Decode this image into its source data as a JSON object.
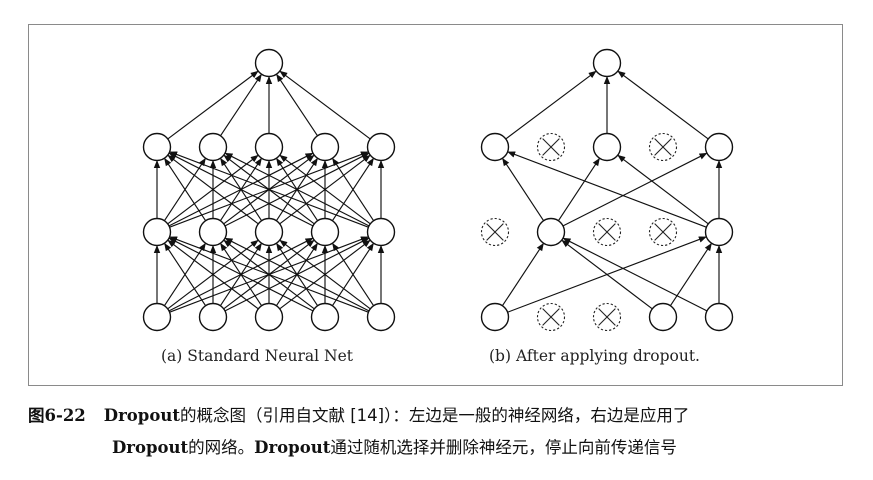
{
  "figure": {
    "label_cjk": "图",
    "number": "6-22",
    "subcaption_a": "(a) Standard Neural Net",
    "subcaption_b": "(b) After applying dropout.",
    "caption_line1_part1": "Dropout",
    "caption_line1_part2": "的概念图（引用自文献 [14]）：左边是一般的神经网络，右边是应用了",
    "caption_line2_part1": "Dropout",
    "caption_line2_part2": "的网络。",
    "caption_line2_part3": "Dropout",
    "caption_line2_part4": "通过随机选择并删除神经元，停止向前传递信号"
  },
  "networks": {
    "standard": {
      "layers": [
        5,
        5,
        5,
        1
      ],
      "dropped": []
    },
    "dropout": {
      "layers": [
        5,
        5,
        5,
        1
      ],
      "dropped_input": [
        1,
        2
      ],
      "dropped_hidden1": [
        0,
        2,
        3
      ],
      "dropped_hidden2": [
        1,
        3
      ],
      "kept_edges_note": "connections only between surviving neurons"
    }
  }
}
